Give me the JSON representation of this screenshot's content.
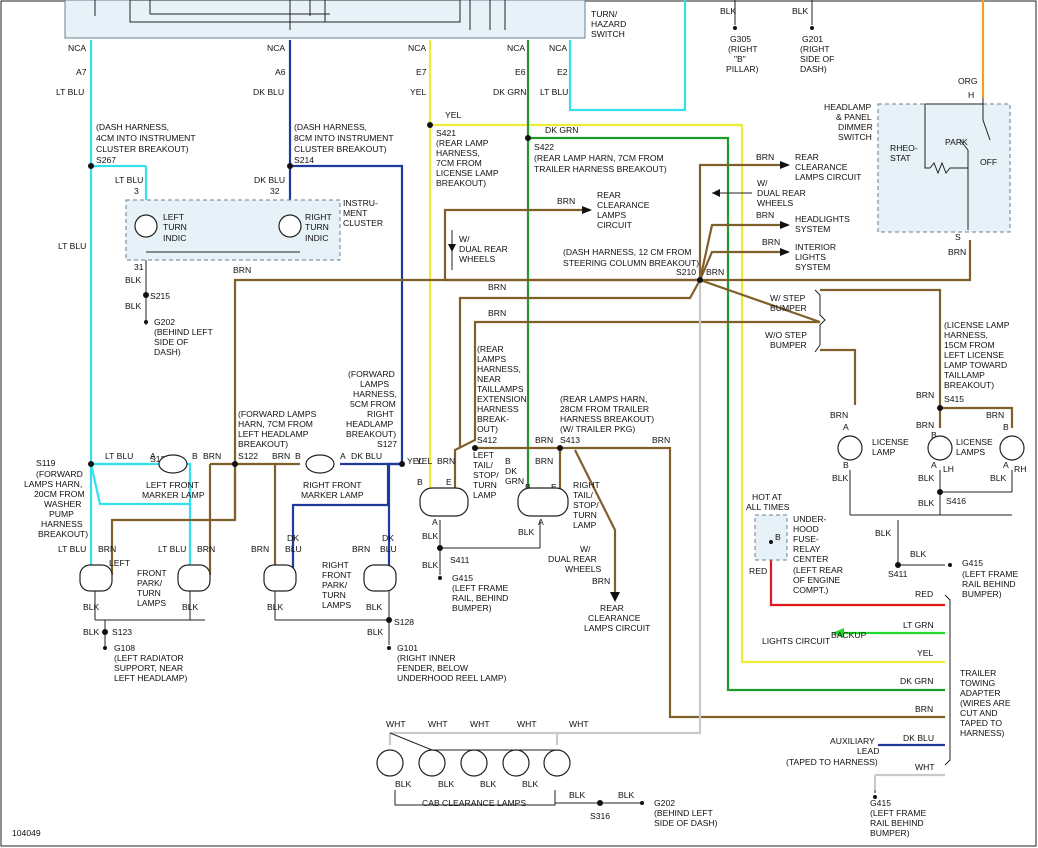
{
  "figure_id": "104049",
  "colors": {
    "lt_blu": "#34e0ec",
    "dk_blu": "#1f3a9a",
    "yel": "#ecec3a",
    "dk_grn": "#1e9a2a",
    "brn": "#80602a",
    "red": "#e01818",
    "lt_grn": "#22d92a",
    "wht": "#c9c9c9",
    "org": "#f0a020",
    "blk": "#444444"
  },
  "switch": {
    "name": [
      "TURN/",
      "HAZARD",
      "SWITCH"
    ],
    "pins": [
      {
        "nca": "NCA",
        "pin": "A7",
        "wire": "LT BLU"
      },
      {
        "nca": "NCA",
        "pin": "A6",
        "wire": "DK BLU"
      },
      {
        "nca": "NCA",
        "pin": "E7",
        "wire": "YEL"
      },
      {
        "nca": "NCA",
        "pin": "E6",
        "wire": "DK GRN"
      },
      {
        "nca": "NCA",
        "pin": "E2",
        "wire": "LT BLU"
      }
    ]
  },
  "grounds_top": [
    {
      "wire": "BLK",
      "id": "G305",
      "desc": [
        "(RIGHT",
        "\"B\"",
        "PILLAR)"
      ]
    },
    {
      "wire": "BLK",
      "id": "G201",
      "desc": [
        "(RIGHT",
        "SIDE OF",
        "DASH)"
      ]
    }
  ],
  "dimmer": {
    "org": "ORG",
    "pin_h": "H",
    "name": [
      "HEADLAMP",
      "& PANEL",
      "DIMMER",
      "SWITCH"
    ],
    "rheo": [
      "RHEO-",
      "STAT"
    ],
    "park": "PARK",
    "off": "OFF",
    "pin_s": "S",
    "wire_out": "BRN"
  },
  "splices": {
    "s267": [
      "(DASH HARNESS,",
      "4CM INTO INSTRUMENT",
      "CLUSTER BREAKOUT)",
      "S267"
    ],
    "s214": [
      "(DASH HARNESS,",
      "8CM INTO INSTRUMENT",
      "CLUSTER BREAKOUT)",
      "S214"
    ],
    "s421": [
      "S421",
      "(REAR LAMP",
      "HARNESS,",
      "7CM FROM",
      "LICENSE LAMP",
      "BREAKOUT)"
    ],
    "s422": [
      "S422",
      "(REAR LAMP HARN, 7CM FROM",
      "TRAILER HARNESS BREAKOUT)"
    ],
    "s210": [
      "(DASH HARNESS, 12 CM FROM",
      "STEERING COLUMN BREAKOUT)",
      "S210"
    ],
    "s127": [
      "(FORWARD",
      "LAMPS",
      "HARNESS,",
      "5CM FROM",
      "RIGHT",
      "HEADLAMP",
      "BREAKOUT)",
      "S127"
    ],
    "s122": [
      "(FORWARD LAMPS",
      "HARN, 7CM FROM",
      "LEFT HEADLAMP",
      "BREAKOUT)"
    ],
    "s119": [
      "S119",
      "(FORWARD",
      "LAMPS HARN,",
      "20CM FROM",
      "WASHER",
      "PUMP",
      "HARNESS",
      "BREAKOUT)"
    ],
    "s412": [
      "(REAR",
      "LAMPS",
      "HARNESS,",
      "NEAR",
      "TAILLAMPS",
      "EXTENSION",
      "HARNESS",
      "BREAK-",
      "OUT)",
      "S412"
    ],
    "s413": [
      "(REAR LAMPS HARN,",
      "28CM FROM TRAILER",
      "HARNESS BREAKOUT)",
      "(W/ TRAILER PKG)",
      "S413"
    ],
    "s415": [
      "(LICENSE LAMP",
      "HARNESS,",
      "15CM FROM",
      "LEFT LICENSE",
      "LAMP TOWARD",
      "TAILLAMP",
      "BREAKOUT)",
      "S415"
    ]
  },
  "cluster": {
    "name": [
      "INSTRU-",
      "MENT",
      "CLUSTER"
    ],
    "left": [
      "LEFT",
      "TURN",
      "INDIC"
    ],
    "right": [
      "RIGHT",
      "TURN",
      "INDIC"
    ],
    "pin_left_top": "3",
    "pin_right_top": "32",
    "pin_left_bot": "31",
    "wire_lt": "LT BLU",
    "wire_dk": "DK BLU",
    "wire_blk": "BLK",
    "wire_brn": "BRN",
    "s215": "S215",
    "g202": [
      "G202",
      "(BEHIND LEFT",
      "SIDE OF",
      "DASH)"
    ]
  },
  "circuits": {
    "rear_clearance_1": [
      "REAR",
      "CLEARANCE",
      "LAMPS CIRCUIT"
    ],
    "w_dual_rear_1": [
      "W/",
      "DUAL REAR",
      "WHEELS"
    ],
    "headlights": [
      "HEADLIGHTS",
      "SYSTEM"
    ],
    "interior": [
      "INTERIOR",
      "LIGHTS",
      "SYSTEM"
    ],
    "rear_clearance_2": [
      "REAR",
      "CLEARANCE",
      "LAMPS",
      "CIRCUIT"
    ],
    "w_dual_rear_2": [
      "W/",
      "DUAL REAR",
      "WHEELS"
    ],
    "w_step": [
      "W/ STEP",
      "BUMPER"
    ],
    "wo_step": [
      "W/O STEP",
      "BUMPER"
    ],
    "w_dual_rear_3": [
      "W/",
      "DUAL REAR",
      "WHEELS"
    ],
    "rear_clearance_3": [
      "REAR",
      "CLEARANCE",
      "LAMPS CIRCUIT"
    ],
    "backup": [
      "BACKUP",
      "LIGHTS CIRCUIT"
    ]
  },
  "front_lamps": {
    "left_marker": [
      "LEFT FRONT",
      "MARKER LAMP"
    ],
    "right_marker": [
      "RIGHT FRONT",
      "MARKER LAMP"
    ],
    "left_park": [
      "LEFT",
      "FRONT",
      "PARK/",
      "TURN",
      "LAMPS"
    ],
    "right_park": [
      "RIGHT",
      "FRONT",
      "PARK/",
      "TURN",
      "LAMPS"
    ],
    "s122": "S122",
    "s123": "S123",
    "s128": "S128",
    "g108": [
      "G108",
      "(LEFT RADIATOR",
      "SUPPORT, NEAR",
      "LEFT HEADLAMP)"
    ],
    "g101": [
      "G101",
      "(RIGHT INNER",
      "FENDER, BELOW",
      "UNDERHOOD REEL LAMP)"
    ]
  },
  "rear_lamps": {
    "left_tail": [
      "LEFT",
      "TAIL/",
      "STOP/",
      "TURN",
      "LAMP"
    ],
    "right_tail": [
      "RIGHT",
      "TAIL/",
      "STOP/",
      "TURN",
      "LAMP"
    ],
    "s411": "S411",
    "g415_left": [
      "G415",
      "(LEFT FRAME",
      "RAIL, BEHIND",
      "BUMPER)"
    ],
    "license_lamp": [
      "LICENSE",
      "LAMP"
    ],
    "license_lamps": [
      "LICENSE",
      "LAMPS"
    ],
    "lh": "LH",
    "rh": "RH",
    "s416": "S416",
    "s411_right": "S411",
    "g415_right": [
      "G415",
      "(LEFT FRAME",
      "RAIL BEHIND",
      "BUMPER)"
    ]
  },
  "fuse": {
    "hot": [
      "HOT AT",
      "ALL TIMES"
    ],
    "pin": "B",
    "name": [
      "UNDER-",
      "HOOD",
      "FUSE-",
      "RELAY",
      "CENTER",
      "(LEFT REAR",
      "OF ENGINE",
      "COMPT.)"
    ],
    "wire": "RED"
  },
  "trailer": {
    "name": [
      "TRAILER",
      "TOWING",
      "ADAPTER",
      "(WIRES ARE",
      "CUT AND",
      "TAPED TO",
      "HARNESS)"
    ],
    "wires": [
      "RED",
      "LT GRN",
      "YEL",
      "DK GRN",
      "BRN",
      "DK BLU",
      "WHT"
    ],
    "aux": [
      "AUXILIARY",
      "LEAD",
      "(TAPED TO HARNESS)"
    ],
    "g415": [
      "G415",
      "(LEFT FRAME",
      "RAIL BEHIND",
      "BUMPER)"
    ]
  },
  "cab": {
    "name": "CAB CLEARANCE LAMPS",
    "wht": "WHT",
    "blk": "BLK",
    "s316": "S316",
    "g202": [
      "G202",
      "(BEHIND LEFT",
      "SIDE OF DASH)"
    ]
  }
}
